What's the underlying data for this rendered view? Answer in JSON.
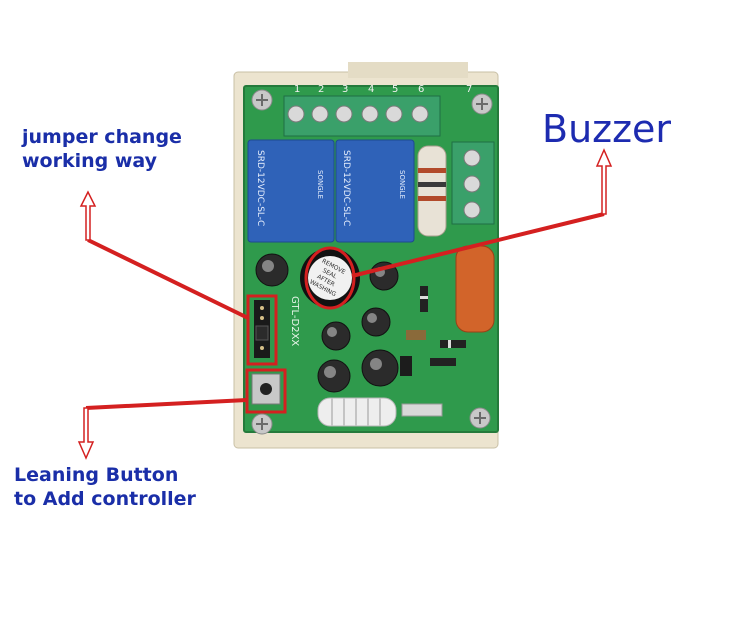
{
  "annotations": {
    "jumper": {
      "line1": "jumper change",
      "line2": "working way"
    },
    "buzzer": {
      "label": "Buzzer"
    },
    "learning_button": {
      "line1": "Leaning Button",
      "line2": "to Add controller"
    }
  },
  "board": {
    "terminal_numbers": [
      "1",
      "2",
      "3",
      "4",
      "5",
      "6",
      "7"
    ],
    "relay_markings": [
      "SONGLE",
      "SRD-12VDC-SL-C"
    ],
    "buzzer_sticker": [
      "REMOVE",
      "SEAL",
      "AFTER",
      "WASHING"
    ],
    "pcb_code": "GTL-D2XX",
    "colors": {
      "pcb": "#2f9a4c",
      "relay": "#2f62b8",
      "terminal": "#3aa06a",
      "housing": "#ede6d2",
      "callout_lines": "#d42020",
      "label_text": "#1a2ea8"
    }
  }
}
